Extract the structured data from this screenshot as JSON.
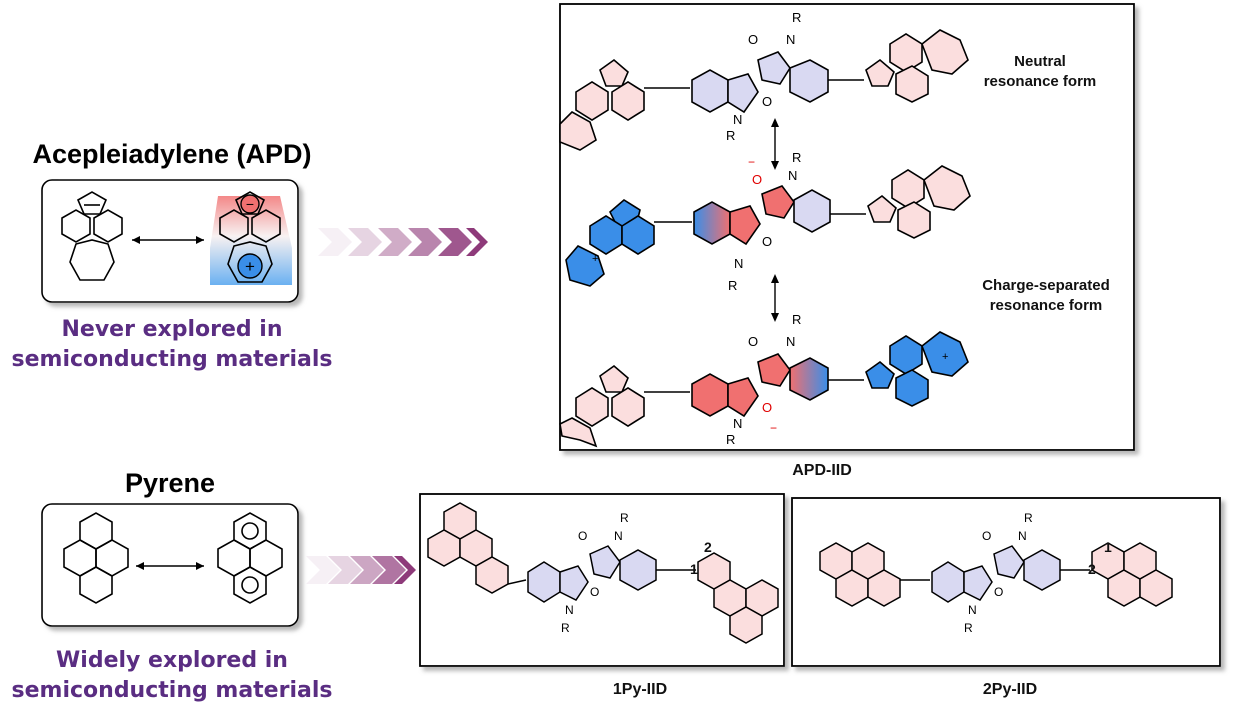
{
  "apd": {
    "title": "Acepleiadylene (APD)",
    "note_line1": "Never explored in",
    "note_line2": "semiconducting materials"
  },
  "pyrene": {
    "title": "Pyrene",
    "note_line1": "Widely explored in",
    "note_line2": "semiconducting materials"
  },
  "apd_iid": {
    "label": "APD-IID",
    "neutral_line1": "Neutral",
    "neutral_line2": "resonance form",
    "charge_line1": "Charge-separated",
    "charge_line2": "resonance form"
  },
  "py1": {
    "label": "1Py-IID",
    "pos_a": "1",
    "pos_b": "2"
  },
  "py2": {
    "label": "2Py-IID",
    "pos_a": "1",
    "pos_b": "2"
  },
  "atoms": {
    "N": "N",
    "O": "O",
    "R": "R"
  },
  "charges": {
    "minus": "−",
    "plus": "+"
  },
  "colors": {
    "note_purple": "#5a2d82",
    "chevron": "#8e3a7a",
    "blue_fill": "#d9d9f2",
    "red_fill": "#f08a8a",
    "cation_blue": "#1e7fe0",
    "pink_fill": "#fbdede"
  }
}
